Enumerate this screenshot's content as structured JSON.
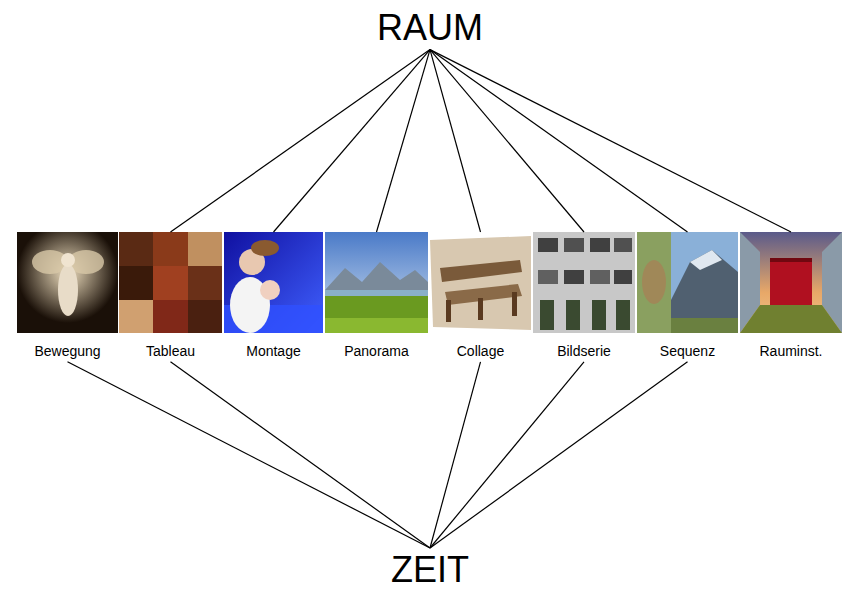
{
  "diagram": {
    "nodes": [
      {
        "text": [
          "RAUM"
        ]
      },
      {
        "text": [
          "Bewegung"
        ]
      },
      {
        "text": [
          "Tableau"
        ]
      },
      {
        "text": [
          "Montage"
        ]
      },
      {
        "text": [
          "Panorama"
        ]
      },
      {
        "text": [
          "Collage"
        ]
      },
      {
        "text": [
          "Bildserie"
        ]
      },
      {
        "text": [
          "Sequenz"
        ]
      },
      {
        "text": [
          "Rauminst."
        ]
      },
      {
        "text": [
          "ZEIT"
        ]
      }
    ],
    "edges": [
      {
        "from": 0,
        "to": 2,
        "arrow": "none"
      },
      {
        "from": 0,
        "to": 3,
        "arrow": "none"
      },
      {
        "from": 0,
        "to": 4,
        "arrow": "none"
      },
      {
        "from": 0,
        "to": 5,
        "arrow": "none"
      },
      {
        "from": 0,
        "to": 6,
        "arrow": "none"
      },
      {
        "from": 0,
        "to": 7,
        "arrow": "none"
      },
      {
        "from": 0,
        "to": 8,
        "arrow": "none"
      },
      {
        "from": 9,
        "to": 1,
        "arrow": "none"
      },
      {
        "from": 9,
        "to": 2,
        "arrow": "none"
      },
      {
        "from": 9,
        "to": 5,
        "arrow": "none"
      },
      {
        "from": 9,
        "to": 6,
        "arrow": "none"
      },
      {
        "from": 9,
        "to": 7,
        "arrow": "none"
      }
    ]
  }
}
